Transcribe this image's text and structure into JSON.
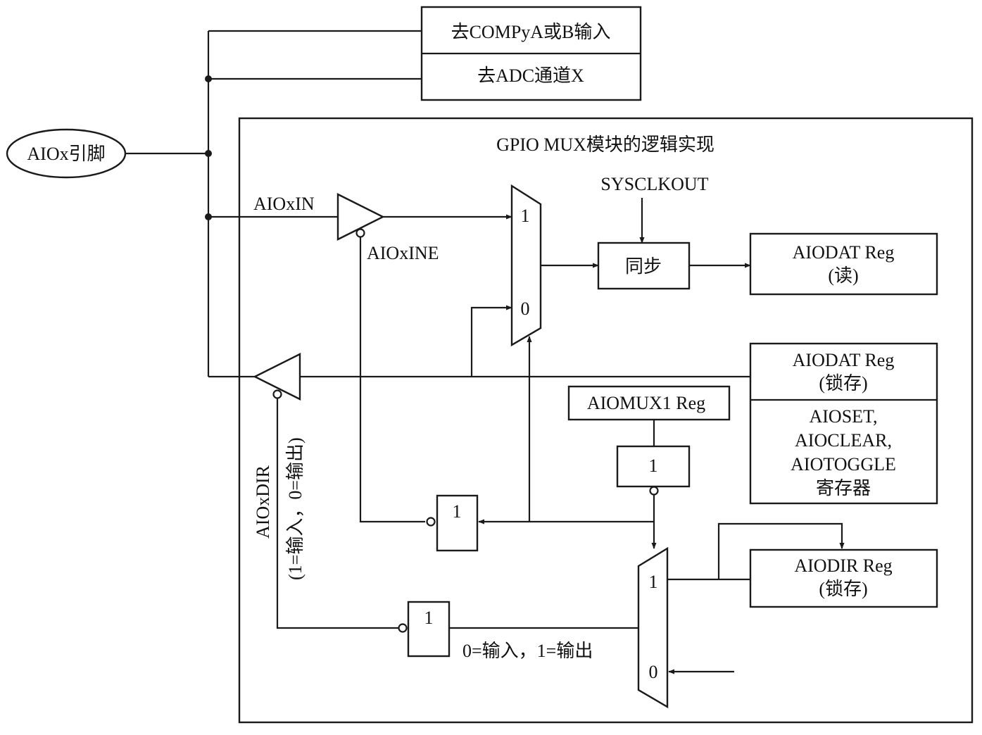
{
  "labels": {
    "to_compare": "去COMPyA或B输入",
    "to_adc": "去ADC通道X",
    "pin": "AIOx引脚",
    "module_title": "GPIO MUX模块的逻辑实现",
    "sysclkout": "SYSCLKOUT",
    "aioxin": "AIOxIN",
    "aioxine": "AIOxINE",
    "mux_in_1": "1",
    "mux_in_0": "0",
    "sync": "同步",
    "aiodat_read_line1": "AIODAT Reg",
    "aiodat_read_line2": "(读)",
    "aiodat_latch_line1": "AIODAT Reg",
    "aiodat_latch_line2": "(锁存)",
    "aioset_line1": "AIOSET,",
    "aioset_line2": "AIOCLEAR,",
    "aioset_line3": "AIOTOGGLE",
    "aioset_line4": "寄存器",
    "aiomux1": "AIOMUX1 Reg",
    "gate_mux": "1",
    "gate_ine": "1",
    "gate_dir": "1",
    "dirmux_in_1": "1",
    "dirmux_in_0": "0",
    "aiodir_line1": "AIODIR Reg",
    "aiodir_line2": "(锁存)",
    "dir_note": "0=输入，1=输出",
    "aioxdir_line1": "AIOxDIR",
    "aioxdir_line2": "(1=输入，0=输出)"
  }
}
